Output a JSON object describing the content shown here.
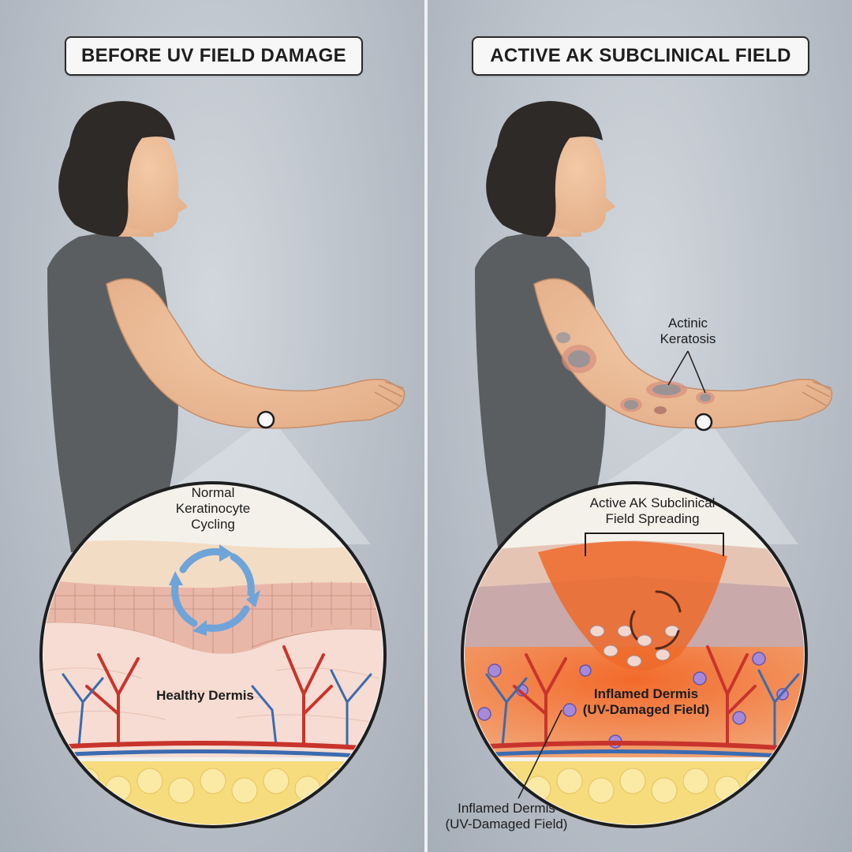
{
  "left_panel": {
    "title": "BEFORE UV FIELD DAMAGE",
    "cycle_label": "Normal\nKeratinocyte\nCycling",
    "dermis_label": "Healthy Dermis"
  },
  "right_panel": {
    "title": "ACTIVE AK SUBCLINICAL FIELD",
    "lesion_label": "Actinic\nKeratosis",
    "spread_label": "Active AK Subclinical\nField Spreading",
    "dermis_label_inner": "Inflamed Dermis\n(UV-Damaged Field)",
    "dermis_label_outer": "Inflamed Dermis\n(UV-Damaged Field)"
  },
  "colors": {
    "skin": "#efc3a0",
    "tank_top": "#5a5d60",
    "hair": "#2e2a28",
    "healthy_dermis": "#f6dcd2",
    "inflamed_dermis": "#f0884a",
    "artery": "#c8342c",
    "vein": "#3b6bb0",
    "fat": "#f6dc7c",
    "cycle_arrow": "#6fa4d8"
  }
}
